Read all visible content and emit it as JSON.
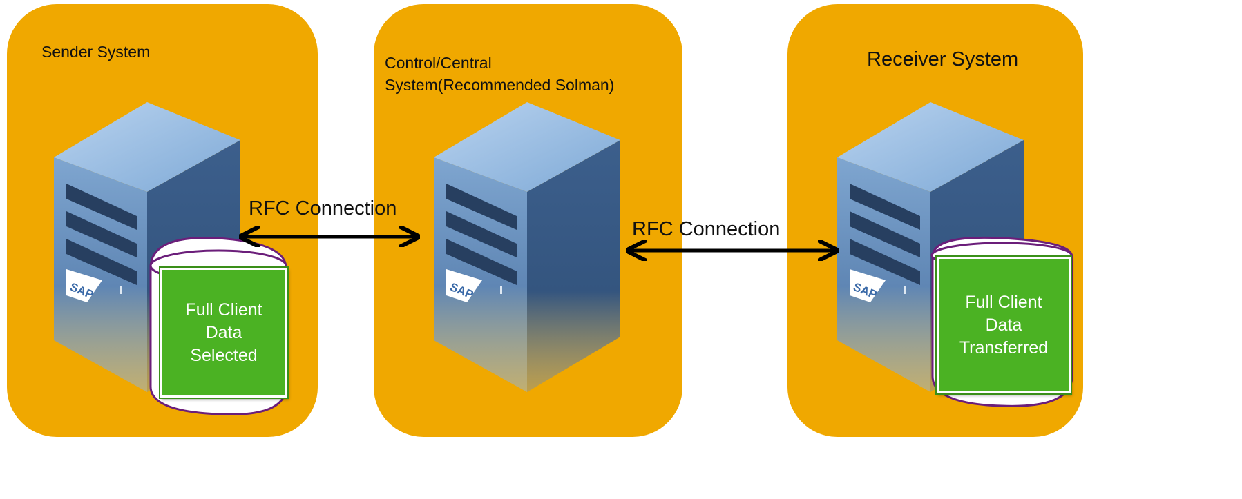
{
  "sender": {
    "title": "Sender System",
    "data_label": "Full Client\nData\nSelected"
  },
  "control": {
    "title": "Control/Central\nSystem(Recommended Solman)"
  },
  "receiver": {
    "title": "Receiver System",
    "data_label": "Full Client\nData\nTransferred"
  },
  "connections": [
    {
      "label": "RFC Connection"
    },
    {
      "label": "RFC Connection"
    }
  ],
  "server_logo": "SAP",
  "colors": {
    "panel": "#F0A800",
    "data_box": "#4BB223",
    "arrow": "#000000"
  }
}
